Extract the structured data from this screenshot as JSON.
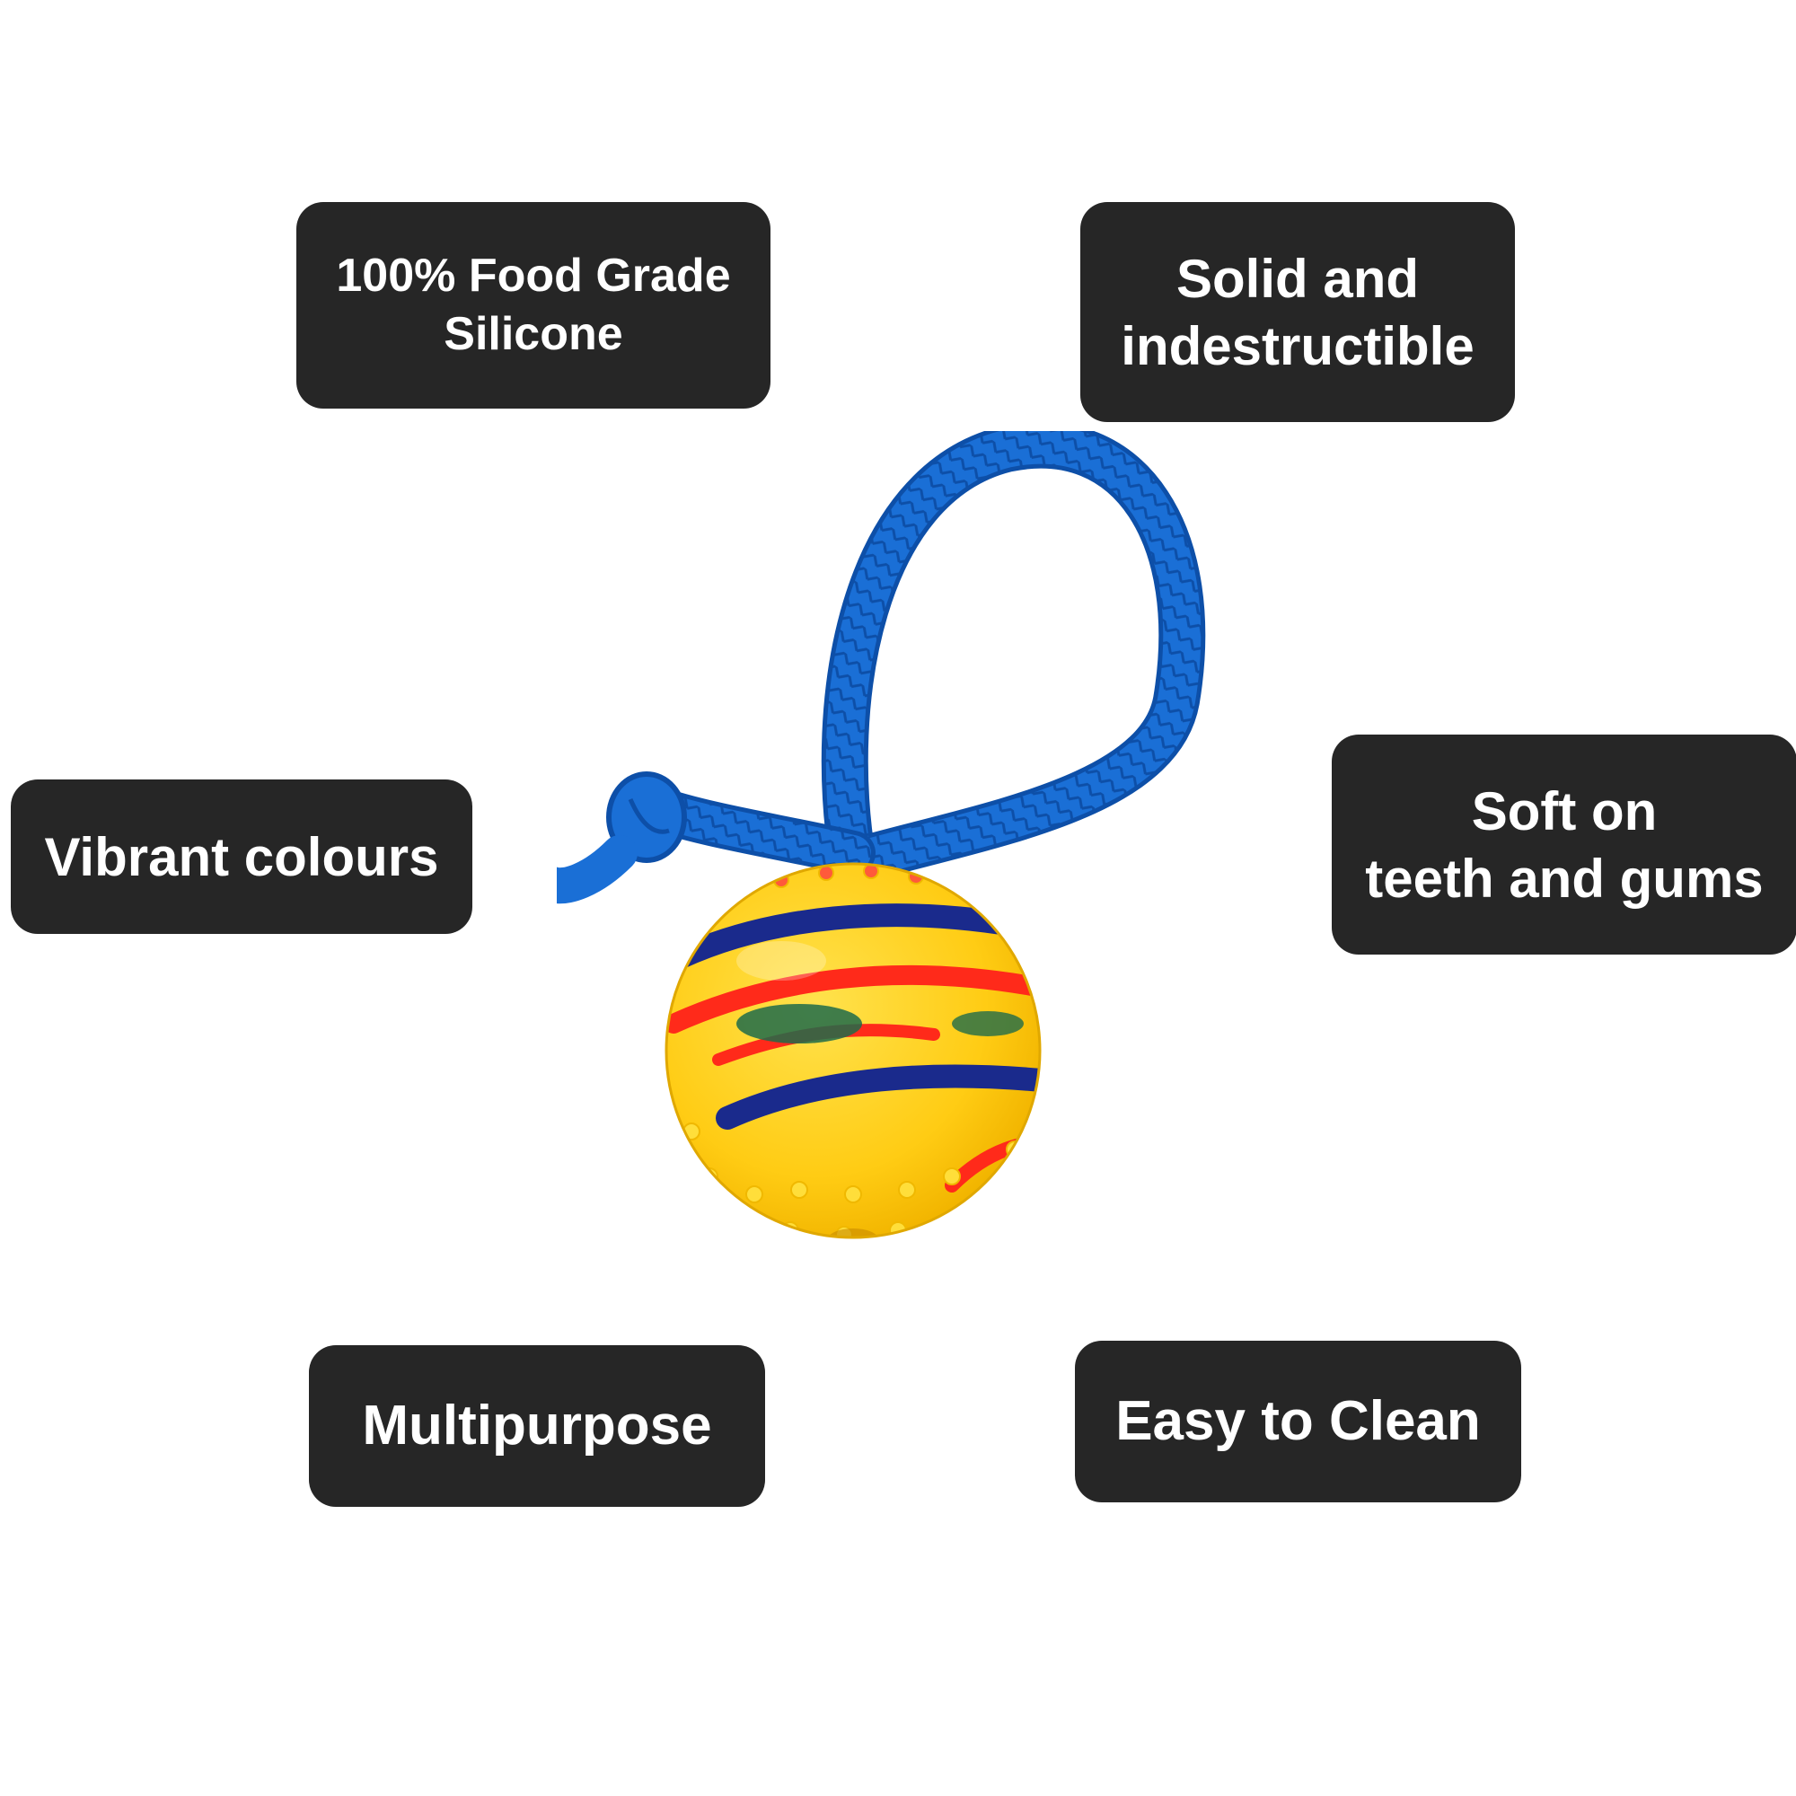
{
  "features": {
    "food_grade": {
      "line1": "100% Food Grade",
      "line2": "Silicone"
    },
    "solid": {
      "line1": "Solid and",
      "line2": "indestructible"
    },
    "vibrant": {
      "line1": "Vibrant colours"
    },
    "soft": {
      "line1": "Soft on",
      "line2": "teeth and gums"
    },
    "multipurpose": {
      "line1": "Multipurpose"
    },
    "easy_clean": {
      "line1": "Easy to Clean"
    }
  },
  "colors": {
    "badge_background": "#262626",
    "badge_text": "#ffffff",
    "rope": "#1565c8",
    "ball": "#ffd21a",
    "stripe_blue": "#1a2a8c",
    "stripe_red": "#ff2a1a",
    "stripe_green": "#1f6b4a"
  },
  "product": {
    "icon": "rope-ball-toy-icon"
  }
}
